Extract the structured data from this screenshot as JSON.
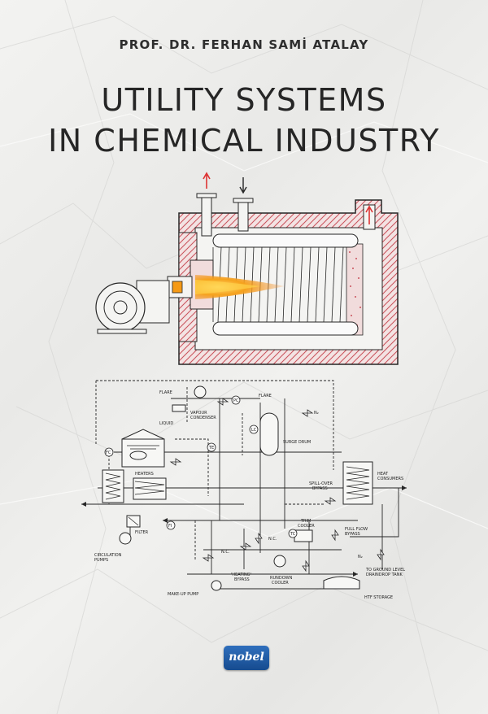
{
  "cover": {
    "author": "PROF. DR. FERHAN SAMİ ATALAY",
    "title_line1": "UTILITY SYSTEMS",
    "title_line2": "IN CHEMICAL INDUSTRY",
    "publisher": "nobel"
  },
  "diagram": {
    "labels": {
      "flare1": "FLARE",
      "flare2": "FLARE",
      "fc1": "FC",
      "pc": "PC",
      "n2a": "N₂",
      "vapour": "VAPOUR",
      "condenser": "CONDENSER",
      "liquid": "LIQUID",
      "lc": "LC",
      "surge": "SURGE DRUM",
      "fc2": "FC",
      "te": "TE",
      "heaters": "HEATERS",
      "heat1": "HEAT",
      "heat2": "CONSUMERS",
      "spill1": "SPILL-OVER",
      "spill2": "BYPASS",
      "filter": "FILTER",
      "fi": "FI",
      "trim1": "TRIM",
      "trim2": "COOLER",
      "tc": "TC",
      "fullflow1": "FULL FLOW",
      "fullflow2": "BYPASS",
      "circ1": "CIRCULATION",
      "circ2": "PUMPS",
      "nc1": "N.C.",
      "nc2": "N.C.",
      "heating1": "'HEATING'",
      "heating2": "BYPASS",
      "rundown1": "RUNDOWN",
      "rundown2": "COOLER",
      "n2b": "N₂",
      "toground1": "TO GROUND LEVEL",
      "toground2": "DRAINDROP TANK",
      "makeup": "MAKE-UP PUMP",
      "htf": "HTF STORAGE"
    }
  },
  "colors": {
    "ink": "#262626",
    "flame": "#f59a16",
    "refractory": "#c9515a",
    "publisher_blue": "#1f5ea8"
  }
}
